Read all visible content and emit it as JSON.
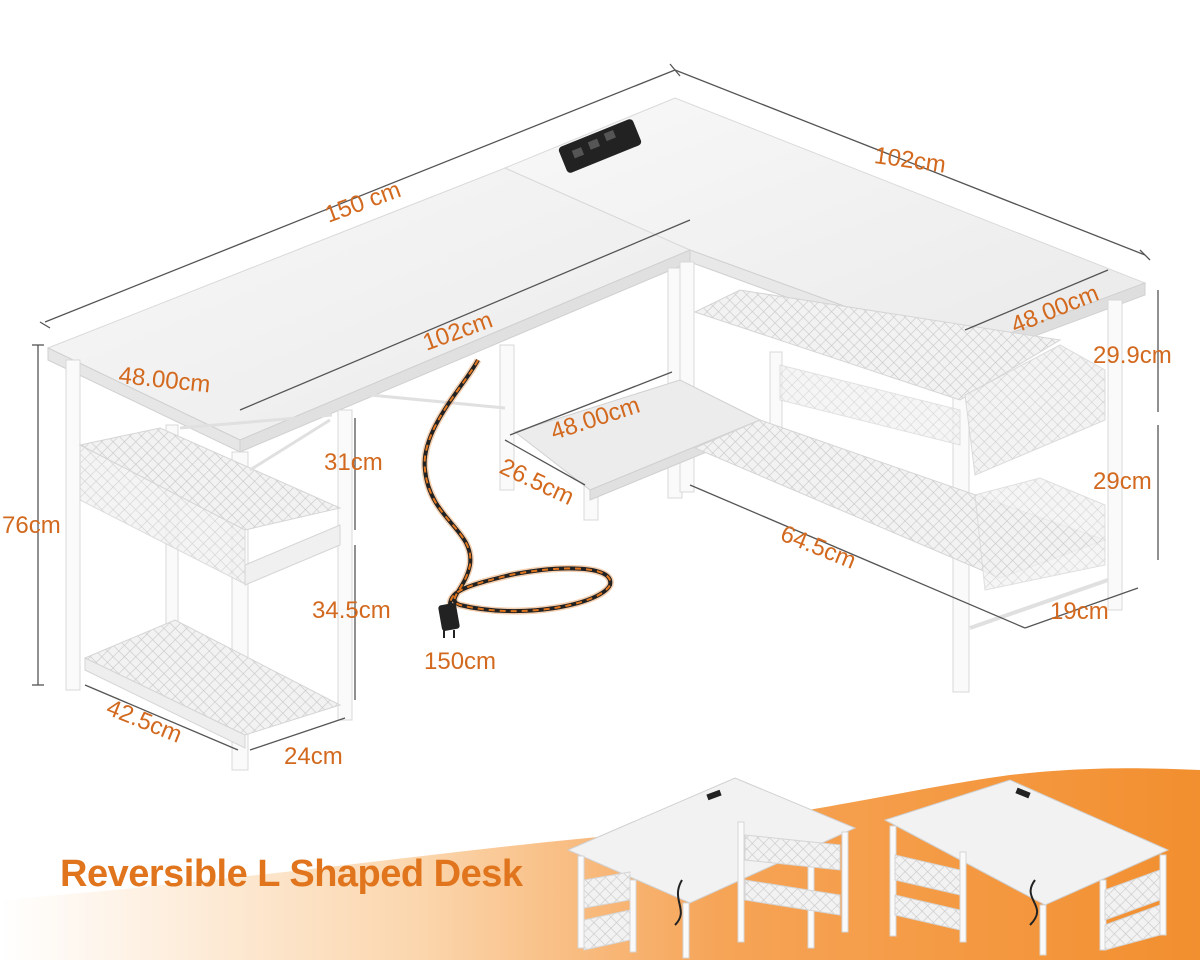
{
  "headline": "Reversible L Shaped Desk",
  "dimensions": {
    "total_left_width": "150 cm",
    "right_top_length": "102cm",
    "left_top_length": "102cm",
    "left_depth": "48.00cm",
    "right_depth": "48.00cm",
    "middle_shelf_width": "48.00cm",
    "middle_shelf_depth": "26.5cm",
    "height": "76cm",
    "upper_gap": "31cm",
    "lower_gap": "34.5cm",
    "left_shelf_width": "42.5cm",
    "left_shelf_depth": "24cm",
    "cord_length": "150cm",
    "right_upper_height": "29.9cm",
    "right_lower_height": "29cm",
    "right_shelf_width": "64.5cm",
    "right_shelf_depth": "19cm"
  },
  "colors": {
    "accent": "#e0751d",
    "dimension_line": "#555555",
    "desk": "#f3f3f3",
    "banner": "#f4923a"
  }
}
